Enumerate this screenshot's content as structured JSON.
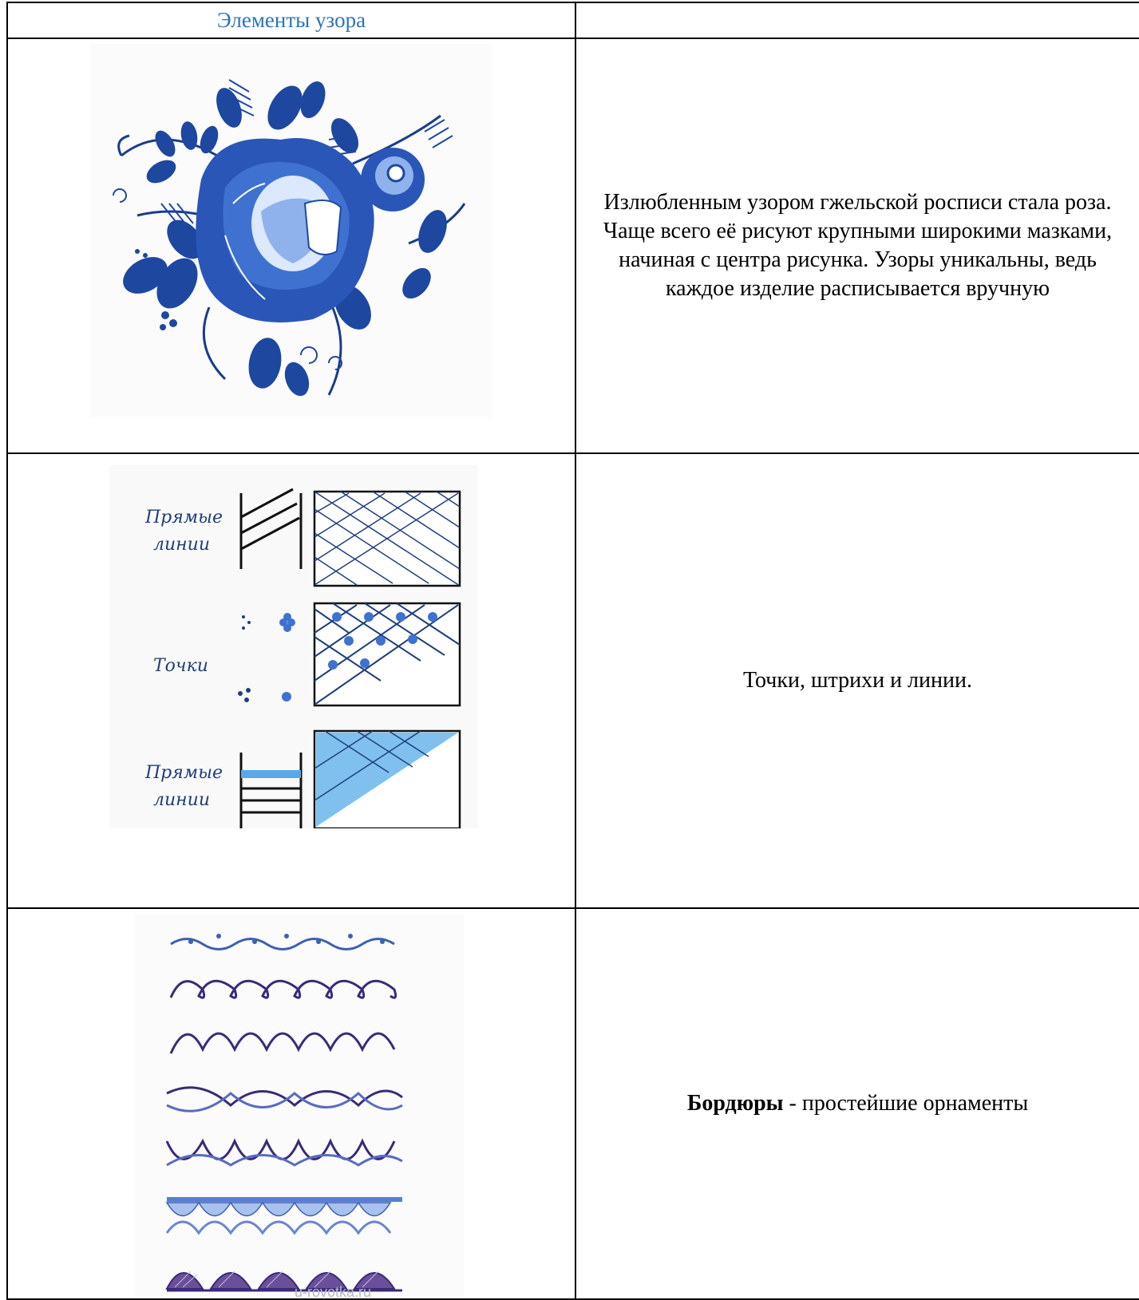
{
  "table": {
    "header": {
      "col1": "Элементы узора",
      "col2": ""
    },
    "rows": [
      {
        "image": "gzhel-rose-bouquet",
        "description": "Излюбленным узором гжельской росписи стала роза. Чаще всего её рисуют крупными широкими мазками, начиная с центра рисунка. Узоры уникальны, ведь каждое изделие расписывается вручную"
      },
      {
        "image": "dots-strokes-lines",
        "labels": [
          "Прямые",
          "линии",
          "Точки",
          "Прямые",
          "линии"
        ],
        "description": "Точки, штрихи  и линии."
      },
      {
        "image": "border-patterns",
        "watermark": "u-rovotka.ru",
        "description_bold": "Бордюры",
        "description_rest": " - простейшие орнаменты"
      }
    ]
  },
  "colors": {
    "header_text": "#2e74b5",
    "gzhel_blue": "#1f4ea8",
    "ink_dark": "#2a1f5a"
  }
}
